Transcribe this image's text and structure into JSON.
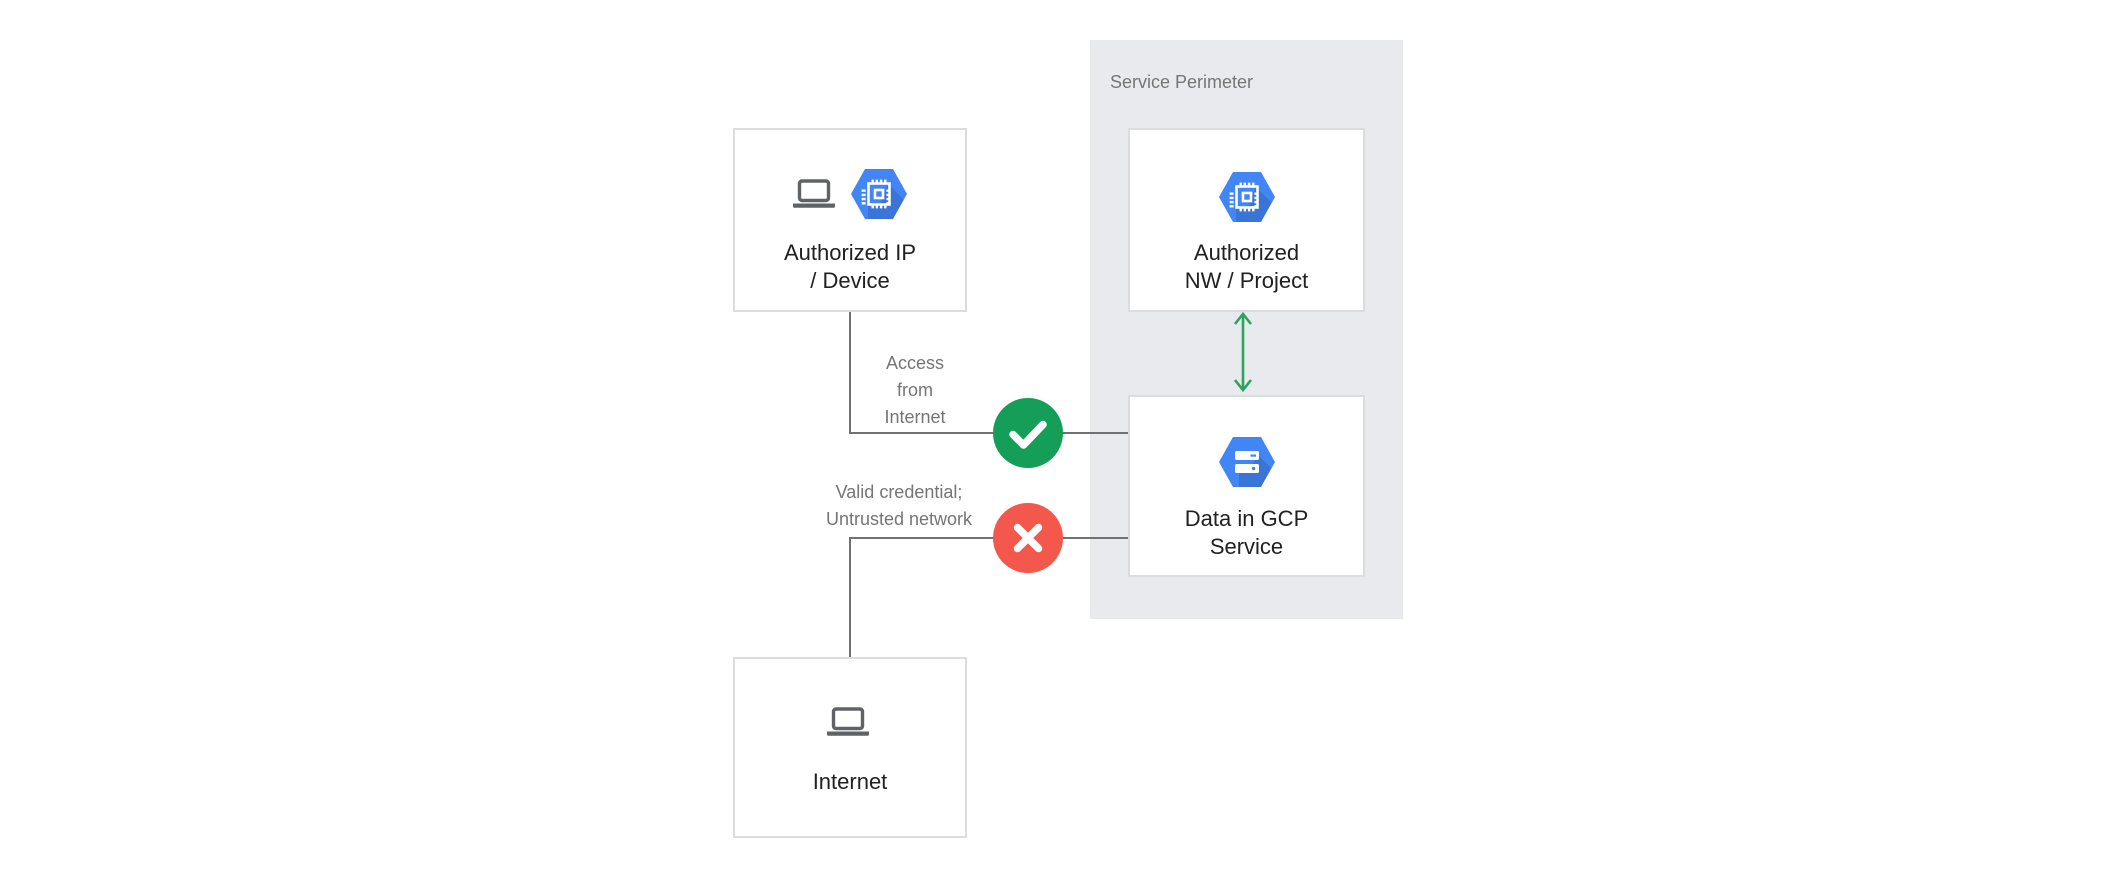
{
  "perimeter": {
    "label": "Service Perimeter"
  },
  "nodes": {
    "authorized_ip_device": {
      "label": "Authorized IP\n/ Device",
      "icons": [
        "laptop-icon",
        "compute-engine-icon"
      ]
    },
    "authorized_nw_project": {
      "label": "Authorized\nNW / Project",
      "icons": [
        "compute-engine-icon"
      ]
    },
    "data_in_gcp_service": {
      "label": "Data in GCP\nService",
      "icons": [
        "cloud-storage-icon"
      ]
    },
    "internet": {
      "label": "Internet",
      "icons": [
        "laptop-icon"
      ]
    }
  },
  "annotations": {
    "allowed_path": "Access\nfrom\nInternet",
    "denied_path": "Valid credential;\nUntrusted network"
  },
  "badges": {
    "allow": "check-icon",
    "deny": "x-icon"
  },
  "connectors": {
    "allowed": "authorized-ip-device -> data-in-gcp-service",
    "denied": "internet -> data-in-gcp-service",
    "bidirectional": "authorized-nw-project <-> data-in-gcp-service"
  },
  "colors": {
    "perimeter_bg": "#e8eaed",
    "node_border": "#dadce0",
    "connector": "#6f7275",
    "label_text": "#212121",
    "secondary_text": "#757575",
    "gcp_blue": "#4285f4",
    "check_green": "#149e58",
    "arrow_green": "#2aa45e",
    "deny_red": "#f4574c",
    "icon_gray": "#5f6368"
  }
}
